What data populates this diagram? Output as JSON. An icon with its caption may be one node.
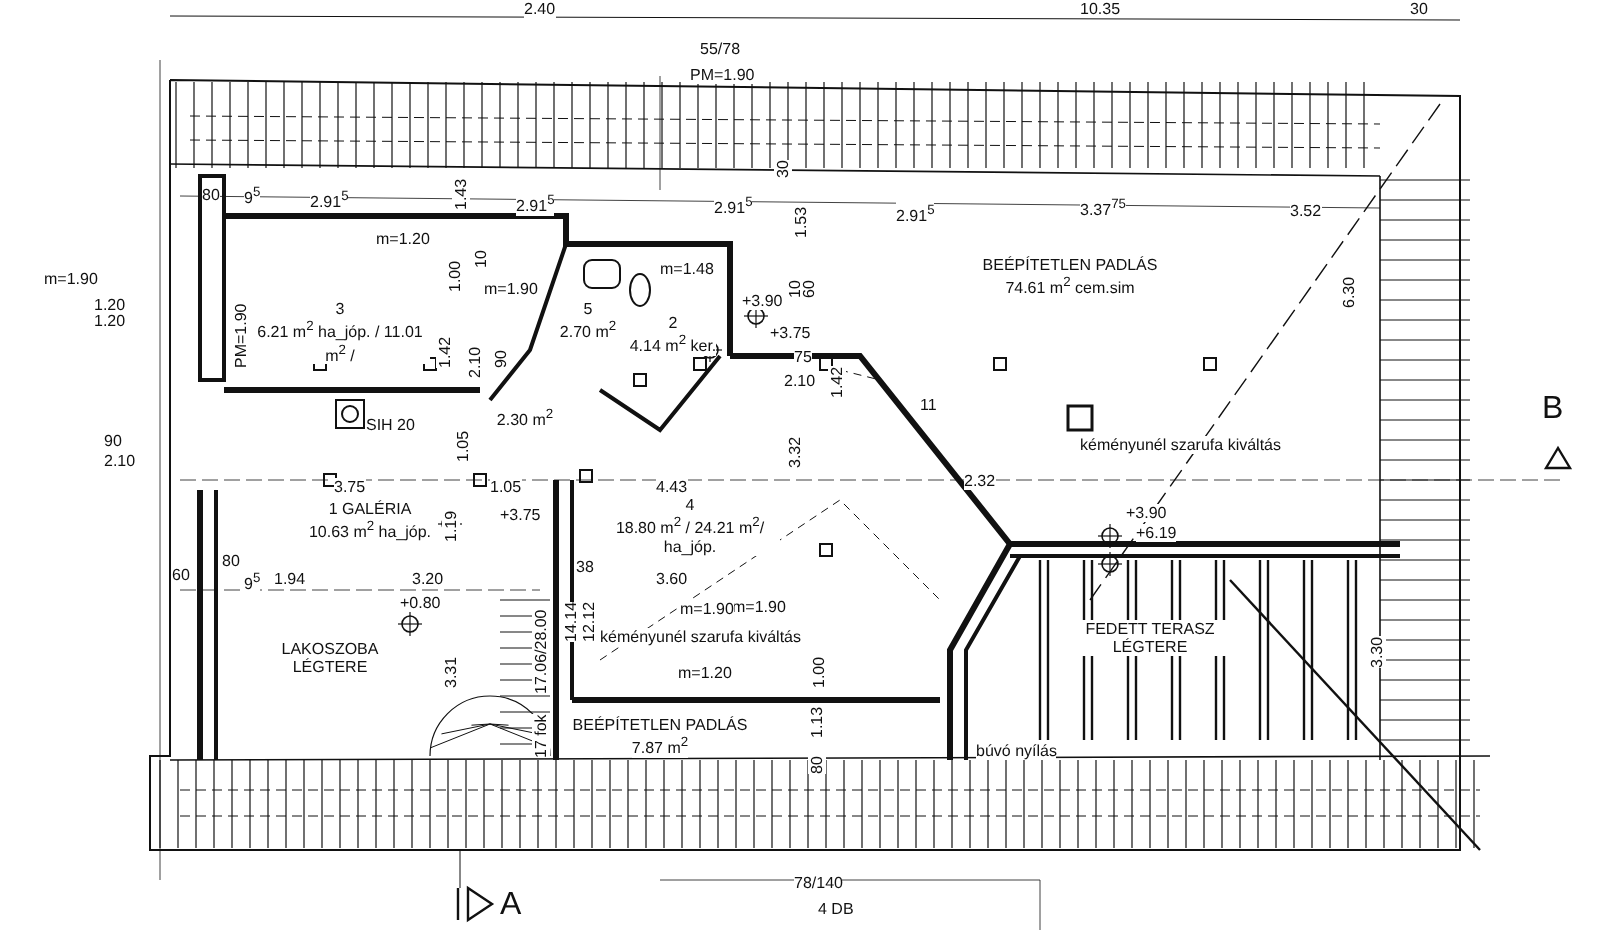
{
  "diagram": {
    "nodes": [
      {
        "text": [
          "3",
          "6.21 m$^{2}$ ha_jóp. / 11.01 m$^{2}$ /"
        ]
      },
      {
        "text": [
          "5",
          "2.70 m$^{2}$"
        ]
      },
      {
        "text": [
          "2",
          "4.14 m$^{2}$ ker."
        ]
      },
      {
        "text": [
          "2.30 m$^{2}$"
        ]
      },
      {
        "text": [
          "1 GALÉRIA",
          "10.63 m$^{2}$ ha_jóp."
        ]
      },
      {
        "text": [
          "4",
          "18.80 m$^{2}$ / 24.21 m$^{2}$/ ha_jóp."
        ]
      },
      {
        "text": [
          "BEÉPÍTETLEN PADLÁS",
          "74.61 m$^{2}$ cem.sim"
        ]
      },
      {
        "text": [
          "LAKOSZOBA LÉGTERE"
        ]
      },
      {
        "text": [
          "BEÉPÍTETLEN PADLÁS",
          "7.87 m$^{2}$"
        ]
      },
      {
        "text": [
          "FEDETT TERASZ LÉGTERE"
        ]
      }
    ],
    "labels": [
      "2.40",
      "10.35",
      "30",
      "55/78",
      "PM=1.90",
      "30",
      "80",
      "9$^{5}$",
      "2.91$^{5}$",
      "1.43",
      "2.91$^{5}$",
      "2.91$^{5}$",
      "1.53",
      "2.91$^{5}$",
      "3.37$^{75}$",
      "3.52",
      "10",
      "60",
      "m=1.20",
      "1.00",
      "10",
      "m=1.90",
      "m=1.48",
      "+3.90",
      "m=1.90",
      "1.20",
      "1.20",
      "PM=1.90",
      "1.42",
      "2.10",
      "90",
      "+3.75",
      "75",
      "2.10",
      "1.42",
      "SIH 20",
      "1.05",
      "90",
      "2.10",
      "3.32",
      "11",
      "6.30",
      "kéményunél szarufa kiváltás",
      "B",
      "3.75",
      "1.05",
      "4.43",
      "2.32",
      "1.19",
      "+3.75",
      "+3.90",
      "+6.19",
      "60",
      "80",
      "9$^{5}$",
      "1.94",
      "3.20",
      "38",
      "3.60",
      "+0.80",
      "m=1.90",
      "14.14",
      "12.12",
      "m=1.90",
      "kéményunél szarufa kiváltás",
      "3.31",
      "17.06/28.00",
      "17 fok",
      "m=1.20",
      "1.00",
      "1.13",
      "80",
      "búvó nyílás",
      "3.30",
      "A",
      "78/140",
      "4 DB"
    ]
  }
}
